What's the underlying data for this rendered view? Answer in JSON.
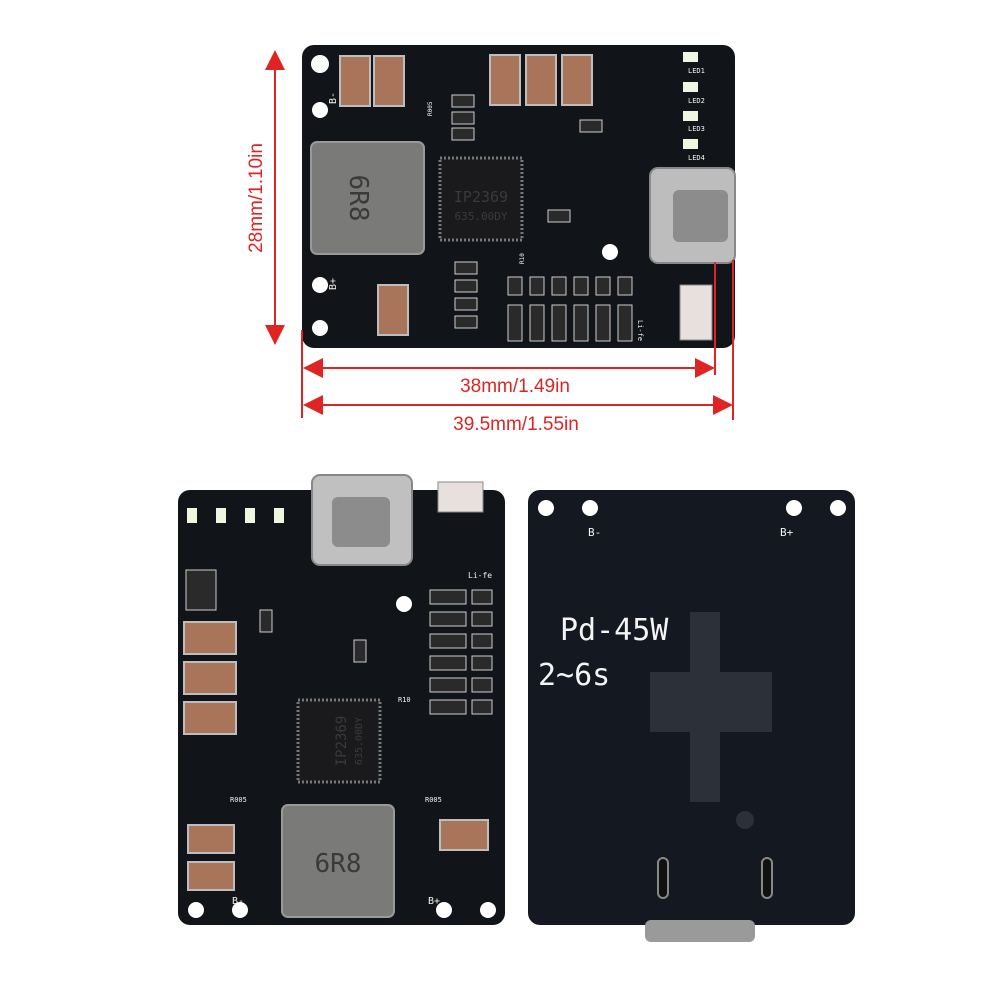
{
  "dimensions": {
    "height_label": "28mm/1.10in",
    "inner_width_label": "38mm/1.49in",
    "outer_width_label": "39.5mm/1.55in",
    "line_color": "#e02424"
  },
  "board_front": {
    "chip_line1": "IP2369",
    "chip_line2": "635.00DY",
    "inductor_label": "6R8",
    "terminal_minus": "B-",
    "terminal_plus": "B+",
    "leds": [
      "LED1",
      "LED2",
      "LED3",
      "LED4"
    ],
    "resistor_label": "R005",
    "r10_label": "R10",
    "chem_label": "Li-fe"
  },
  "board_back": {
    "power_label": "Pd-45W",
    "cells_label": "2~6s",
    "terminal_minus": "B-",
    "terminal_plus": "B+"
  },
  "colors": {
    "pcb": "#111418",
    "capacitor": "#a8755a",
    "pad": "#c9c9c9"
  }
}
